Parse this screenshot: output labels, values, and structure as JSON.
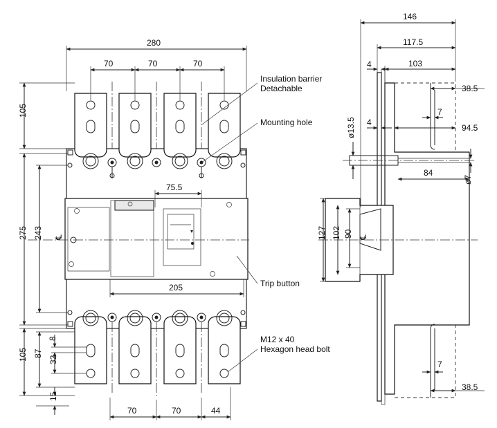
{
  "front_dims": {
    "overall_width": "280",
    "pitch_1": "70",
    "pitch_2": "70",
    "pitch_3": "70",
    "top_terminal": "105",
    "mount_outer": "275",
    "mount_inner": "243",
    "cover_width": "75.5",
    "cover_span": "205",
    "bottom_terminal": "105",
    "bolt_gap": "87",
    "slot_height": "8",
    "hole_spacing": "32",
    "edge_offset": "15",
    "bottom_pitch_1": "70",
    "bottom_pitch_2": "70",
    "bottom_end": "44",
    "centerline_symbol": "℄"
  },
  "callouts": {
    "barrier_line1": "Insulation barrier",
    "barrier_line2": "Detachable",
    "mounting_hole": "Mounting hole",
    "trip_button": "Trip button",
    "bolt_line1": "M12 x 40",
    "bolt_line2": "Hexagon head bolt"
  },
  "side_dims": {
    "depth_total": "146",
    "depth_terminal": "117.5",
    "depth_body": "103",
    "plate_top": "4",
    "plate_mid": "4",
    "hole_dia": "ø13.5",
    "term_top": "38.5",
    "term_thick": "7",
    "term_depth": "94.5",
    "shaft_len": "84",
    "shaft_dia": "ø7",
    "handle_height": "127",
    "handle_inner": "102",
    "handle_center": "90",
    "centerline_symbol": "℄",
    "term_bottom_thick": "7",
    "term_bottom": "38.5"
  }
}
